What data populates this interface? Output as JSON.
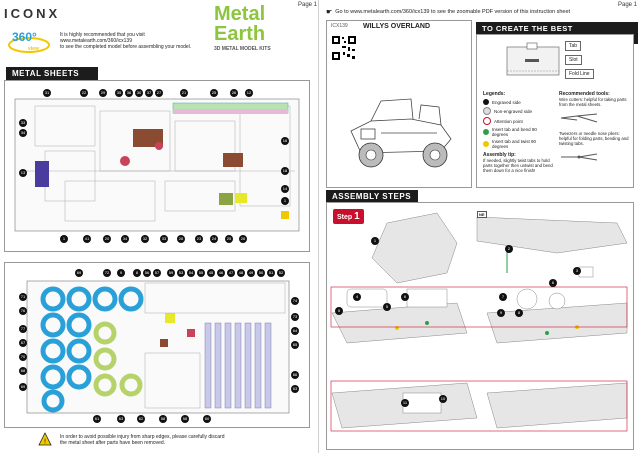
{
  "left_page": {
    "page_label": "Page 1",
    "brand": "ICONX",
    "badge_text": "360°",
    "badge_sub": "view",
    "intro_text_1": "It is highly recommended that you visit",
    "intro_text_2": "www.metalearth.com/360/icx139",
    "intro_text_3": "to see the completed model before assembling your model.",
    "logo_line1": "Metal",
    "logo_line2": "Earth",
    "logo_tagline": "3D METAL MODEL KITS",
    "sheets_title": "METAL SHEETS",
    "sheet1_numbers_top": [
      "31",
      "22",
      "29",
      "35",
      "36",
      "30",
      "37",
      "27",
      "21",
      "25",
      "26",
      "12"
    ],
    "sheet1_numbers_left": [
      "33",
      "34",
      "13"
    ],
    "sheet1_numbers_right": [
      "16",
      "18",
      "14",
      "1"
    ],
    "sheet1_numbers_bottom": [
      "1",
      "41",
      "20",
      "34",
      "32",
      "33",
      "28",
      "23",
      "24",
      "25",
      "26"
    ],
    "sheet2_numbers_top": [
      "69",
      "72",
      "9",
      "8",
      "56",
      "57",
      "59",
      "53",
      "54",
      "55",
      "45",
      "46",
      "47",
      "48",
      "49",
      "50",
      "51",
      "52"
    ],
    "sheet2_numbers_left": [
      "71",
      "76",
      "77",
      "67",
      "70",
      "68",
      "69"
    ],
    "sheet2_numbers_right": [
      "74",
      "73",
      "64",
      "65",
      "66",
      "63"
    ],
    "sheet2_numbers_bottom": [
      "61",
      "63",
      "62",
      "58",
      "58",
      "60"
    ],
    "warning_text_1": "In order to avoid possible injury from sharp edges, please carefully discard",
    "warning_text_2": "the metal sheet after parts have been removed."
  },
  "right_page": {
    "page_label": "Page 1",
    "url_text": "Go to www.metalearth.com/360/icx139 to see the zoomable PDF version of this instruction sheet",
    "model_code": "ICX139",
    "model_name": "WILLYS OVERLAND",
    "connections_title": "TO CREATE THE BEST CONNECTIONS",
    "conn_labels": [
      "Tab",
      "Slot",
      "Fold Line"
    ],
    "legends_title": "Legends:",
    "legend_items": [
      {
        "label": "Engraved side",
        "color": "#111111"
      },
      {
        "label": "Non-engraved side",
        "color": "#dddddd"
      },
      {
        "label": "Attention point",
        "color": "#ffffff"
      },
      {
        "label": "Insert tab and bend 90 degrees",
        "color": "#2e9e4a"
      },
      {
        "label": "Insert tab and twist 90 degrees",
        "color": "#f0c800"
      }
    ],
    "tips_title": "Assembly tip:",
    "tips_text": "If needed, slightly twist tabs to hold parts together then untwist and bend them down for a nice finish!",
    "tools_title": "Recommended tools:",
    "tools_text_1": "Wire cutters: helpful for taking parts from the metal sheets.",
    "tools_text_2": "Tweezers or needle nose pliers: helpful for folding parts, bending and twisting tabs.",
    "assembly_title": "ASSEMBLY STEPS",
    "step_label": "Step",
    "step_number": "1",
    "ne_label": "NE",
    "step_callouts": [
      "1",
      "2",
      "3",
      "4",
      "5",
      "6",
      "7",
      "8",
      "9",
      "10",
      "11",
      "5",
      "6"
    ]
  }
}
